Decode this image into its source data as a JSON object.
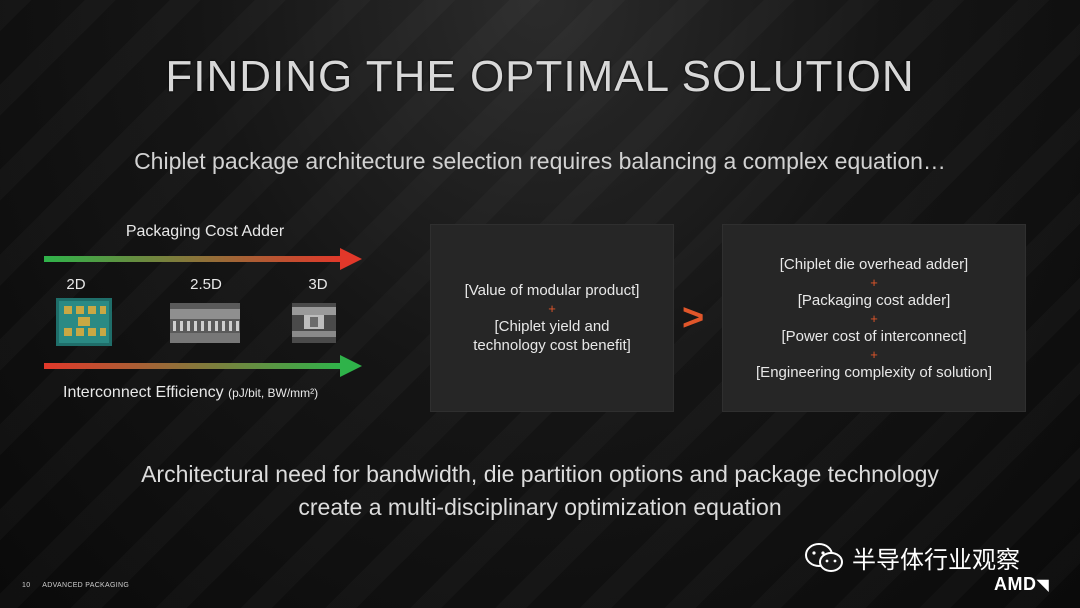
{
  "slide": {
    "title": "FINDING THE OPTIMAL SOLUTION",
    "subtitle": "Chiplet package architecture selection requires balancing a complex equation…"
  },
  "diagram": {
    "top_arrow_label": "Packaging Cost Adder",
    "tech_labels": [
      "2D",
      "2.5D",
      "3D"
    ],
    "bottom_arrow_label": "Interconnect Efficiency",
    "bottom_arrow_units": "(pJ/bit, BW/mm²)",
    "arrow_gradient": {
      "start": "#2fb34a",
      "end": "#e2382a"
    }
  },
  "equation": {
    "left_box": {
      "line1": "[Value of modular product]",
      "plus": "+",
      "line2": "[Chiplet yield and",
      "line3": "technology cost benefit]"
    },
    "operator": ">",
    "right_box": {
      "items": [
        "[Chiplet die overhead adder]",
        "[Packaging cost adder]",
        "[Power cost of interconnect]",
        "[Engineering complexity of solution]"
      ],
      "plus": "+"
    },
    "accent_color": "#e0562a"
  },
  "conclusion": {
    "line1": "Architectural need for bandwidth, die partition options and package technology",
    "line2": "create a multi-disciplinary optimization equation"
  },
  "footer": {
    "page_number": "10",
    "section": "ADVANCED PACKAGING"
  },
  "watermark": {
    "text": "半导体行业观察",
    "icon": "wechat-icon"
  },
  "logo": {
    "text": "AMD"
  }
}
